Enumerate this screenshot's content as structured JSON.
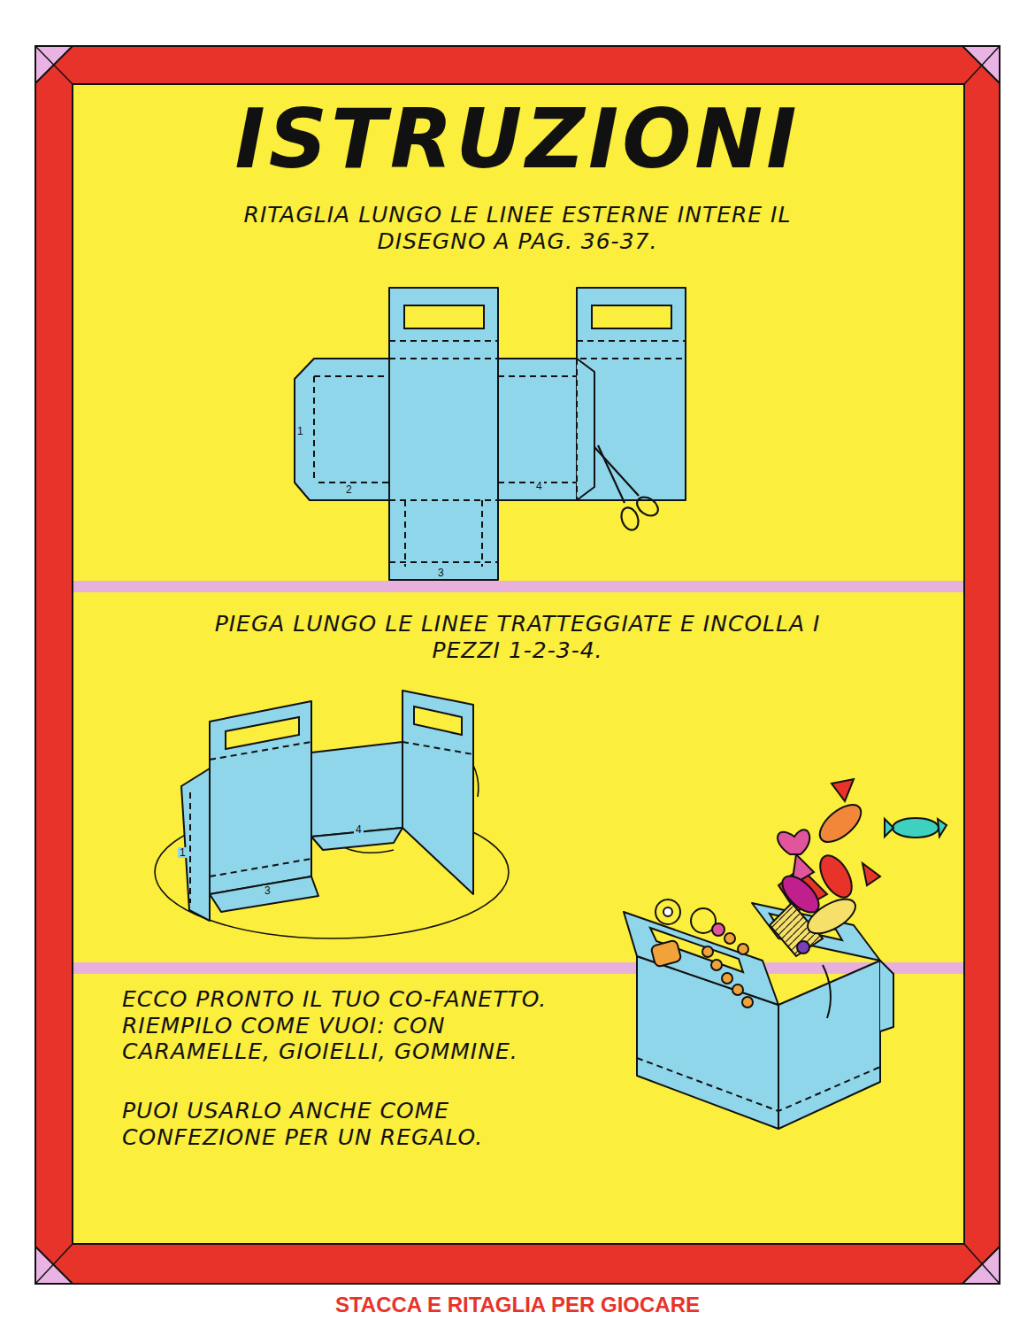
{
  "diagram": {
    "title": "ISTRUZIONI",
    "caption": "STACCA E RITAGLIA PER GIOCARE",
    "labels": [
      "RITAGLIA LUNGO LE LINEE ESTERNE INTERE IL DISEGNO A PAG. 36-37.",
      "1",
      "2",
      "4",
      "3",
      "PIEGA LUNGO LE LINEE TRATTEGGIATE E INCOLLA I PEZZI 1-2-3-4.",
      "1",
      "4",
      "3",
      "ECCO PRONTO IL TUO CO-FANETTO. RIEMPILO COME VUOI: CON CARAMELLE, GIOIELLI, GOMMINE.",
      "PUOI USARLO ANCHE COME CONFEZIONE PER UN REGALO."
    ]
  }
}
